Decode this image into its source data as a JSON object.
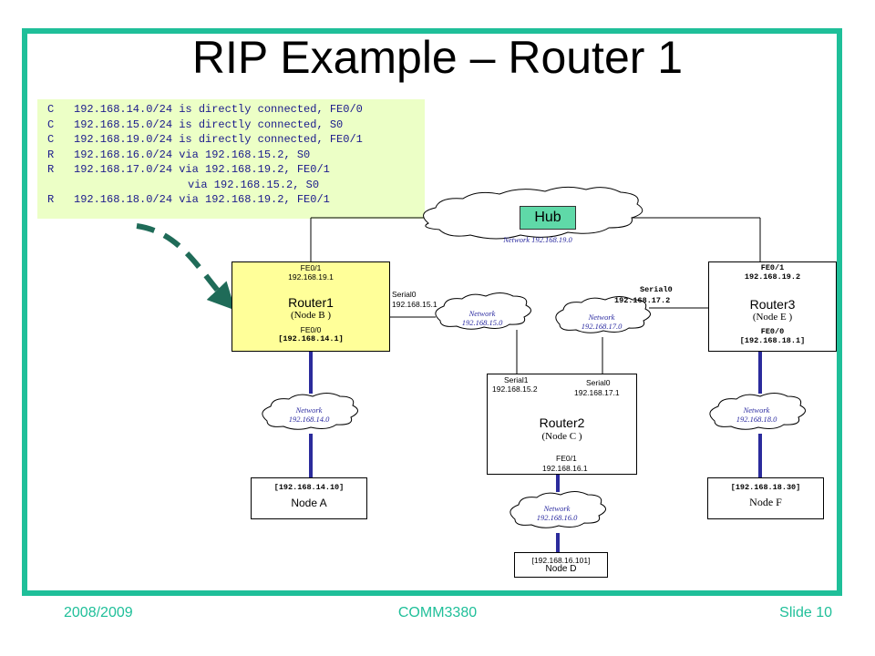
{
  "slide": {
    "title": "RIP Example – Router 1",
    "footer_left": "2008/2009",
    "footer_center": "COMM3380",
    "footer_right": "Slide 10"
  },
  "routing_table": [
    {
      "code": "C",
      "text": "192.168.14.0/24 is directly connected, FE0/0"
    },
    {
      "code": "C",
      "text": "192.168.15.0/24 is directly connected, S0"
    },
    {
      "code": "C",
      "text": "192.168.19.0/24 is directly connected, FE0/1"
    },
    {
      "code": "R",
      "text": "192.168.16.0/24 via 192.168.15.2, S0"
    },
    {
      "code": "R",
      "text": "192.168.17.0/24 via 192.168.19.2, FE0/1"
    },
    {
      "code": "",
      "text": "via 192.168.15.2, S0"
    },
    {
      "code": "R",
      "text": "192.168.18.0/24 via 192.168.19.2, FE0/1"
    }
  ],
  "hub": {
    "label": "Hub"
  },
  "networks": {
    "n19": "Network 192.168.19.0",
    "n15": "Network 192.168.15.0",
    "n17": "Network 192.168.17.0",
    "n14": "Network 192.168.14.0",
    "n16": "Network 192.168.16.0",
    "n18": "Network 192.168.18.0"
  },
  "router1": {
    "fe01_label": "FE0/1",
    "fe01_ip": "192.168.19.1",
    "name": "Router1",
    "node": "(Node B )",
    "fe00_label": "FE0/0",
    "fe00_ip": "[192.168.14.1]",
    "serial_label": "Serial0",
    "serial_ip": "192.168.15.1"
  },
  "router2": {
    "serial1_label": "Serial1",
    "serial1_ip": "192.168.15.2",
    "serial0_label": "Serial0",
    "serial0_ip": "192.168.17.1",
    "name": "Router2",
    "node": "(Node C )",
    "fe01_label": "FE0/1",
    "fe01_ip": "192.168.16.1"
  },
  "router3": {
    "fe01_label": "FE0/1",
    "fe01_ip": "192.168.19.2",
    "name": "Router3",
    "node": "(Node E )",
    "fe00_label": "FE0/0",
    "fe00_ip": "[192.168.18.1]",
    "serial_label": "Serial0",
    "serial_ip": "192.168.17.2"
  },
  "node_a": {
    "ip": "[192.168.14.10]",
    "name": "Node A"
  },
  "node_d": {
    "ip": "[192.168.16.101]",
    "name": "Node D"
  },
  "node_f": {
    "ip": "[192.168.18.30]",
    "name": "Node F"
  },
  "colors": {
    "accent": "#1fbf99",
    "table_bg": "#ecffc6",
    "router1_bg": "#ffff99",
    "link_blue": "#2b2b9c",
    "arrow": "#1f6b58",
    "hub": "#5fd9a8"
  }
}
